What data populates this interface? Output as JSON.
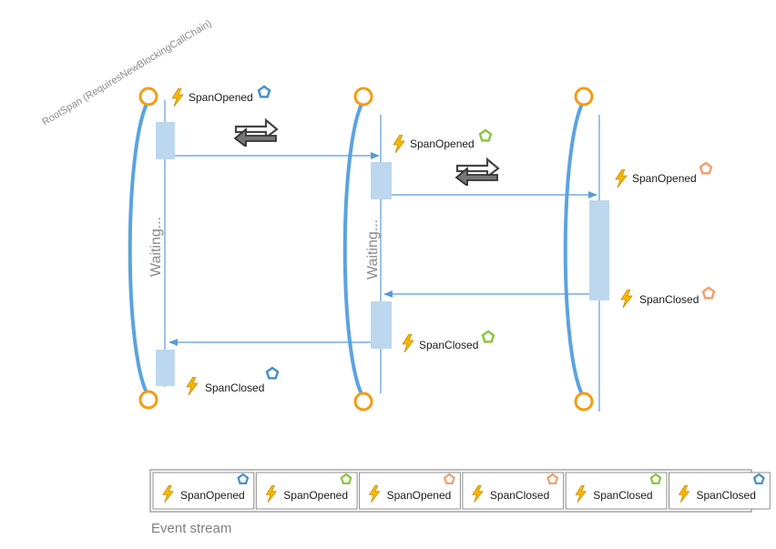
{
  "root_span_label": "RootSpan (RequiresNewBlockingCallChain)",
  "waiting_label": "Waiting...",
  "colors": {
    "blue": "#4a90c8",
    "green": "#8cc63f",
    "orange": "#f0a070",
    "bolt": "#f5b800",
    "activation": "#bdd7ee",
    "arrow": "#5b9bd5"
  },
  "events": {
    "span_a_opened": "SpanOpened",
    "span_b_opened": "SpanOpened",
    "span_c_opened": "SpanOpened",
    "span_c_closed": "SpanClosed",
    "span_b_closed": "SpanClosed",
    "span_a_closed": "SpanClosed"
  },
  "stream": {
    "items": [
      {
        "label": "SpanOpened",
        "color": "blue"
      },
      {
        "label": "SpanOpened",
        "color": "green"
      },
      {
        "label": "SpanOpened",
        "color": "orange"
      },
      {
        "label": "SpanClosed",
        "color": "orange"
      },
      {
        "label": "SpanClosed",
        "color": "green"
      },
      {
        "label": "SpanClosed",
        "color": "blue"
      }
    ],
    "caption": "Event stream"
  }
}
